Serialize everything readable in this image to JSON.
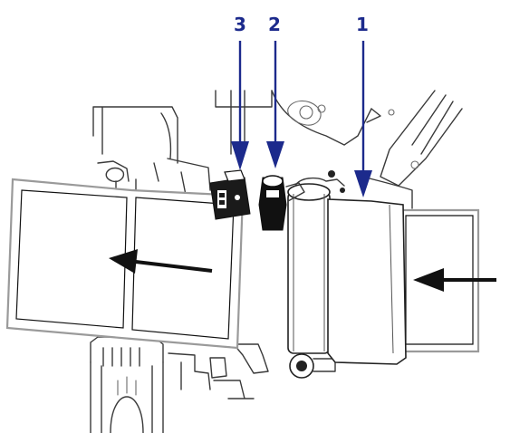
{
  "callouts": [
    {
      "id": "1",
      "label": "1"
    },
    {
      "id": "2",
      "label": "2"
    },
    {
      "id": "3",
      "label": "3"
    }
  ],
  "colors": {
    "callout": "#1c2a8c",
    "line_art": "#3a3a3a",
    "media_border": "#9a9a9a",
    "arrow": "#111111"
  },
  "icons": {
    "direction_arrow_left": "arrow-left-icon",
    "direction_arrow_right_side": "arrow-left-icon"
  }
}
